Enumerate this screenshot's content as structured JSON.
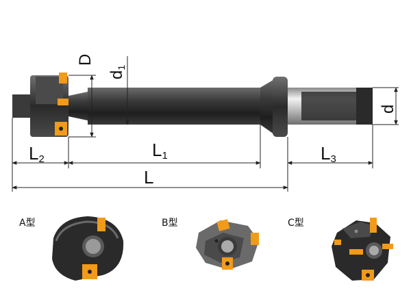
{
  "dimensions": {
    "D": "D",
    "d1": {
      "base": "d",
      "sub": "1"
    },
    "d": "d",
    "L": "L",
    "L1": {
      "base": "L",
      "sub": "1"
    },
    "L2": {
      "base": "L",
      "sub": "2"
    },
    "L3": {
      "base": "L",
      "sub": "3"
    }
  },
  "types": [
    {
      "label": "A型"
    },
    {
      "label": "B型"
    },
    {
      "label": "C型"
    }
  ],
  "colors": {
    "body": "#2b2b2b",
    "body_light": "#5a5a5a",
    "insert": "#f29a1a",
    "shank_highlight": "#d9d9d9",
    "line": "#222222"
  }
}
